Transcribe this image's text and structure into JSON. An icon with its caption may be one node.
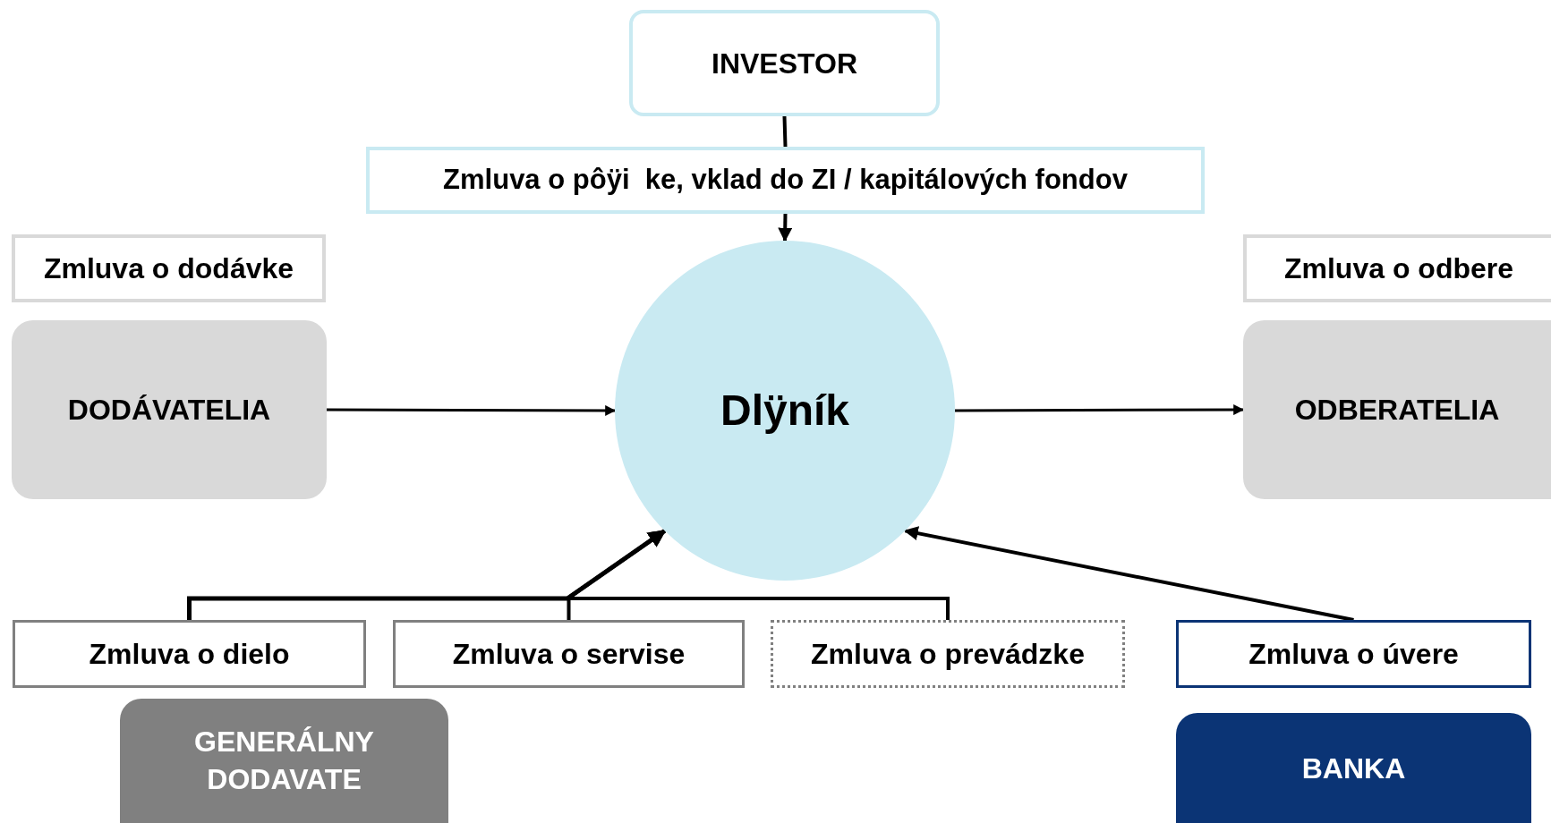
{
  "diagram": {
    "nodes": [
      {
        "text": [
          "INVESTOR"
        ]
      },
      {
        "text": [
          "Zmluva o pôÿi  ke, vklad do ZI / kapitálových fondov"
        ]
      },
      {
        "text": [
          "Zmluva o dodávke"
        ]
      },
      {
        "text": [
          "Dlÿník"
        ]
      },
      {
        "text": [
          "DODÁVATELIA"
        ]
      },
      {
        "text": [
          "Zmluva o odbere"
        ]
      },
      {
        "text": [
          "ODBERATELIA"
        ]
      },
      {
        "text": [
          "Zmluva o dielo"
        ]
      },
      {
        "text": [
          "Zmluva o servise"
        ]
      },
      {
        "text": [
          "Zmluva o prevádzke"
        ]
      },
      {
        "text": [
          "Zmluva o úvere"
        ]
      },
      {
        "text": [
          "GENERÁLNY DODAVATE"
        ]
      },
      {
        "text": [
          "BANKA"
        ]
      }
    ],
    "edges": [
      {
        "from": 0,
        "to": 1,
        "arrow": "none"
      },
      {
        "from": 1,
        "to": 3,
        "arrow": "to"
      },
      {
        "from": 4,
        "to": 3,
        "arrow": "to"
      },
      {
        "from": 3,
        "to": 6,
        "arrow": "to"
      },
      {
        "from": 7,
        "to": 3,
        "arrow": "to"
      },
      {
        "from": 8,
        "to": 3,
        "arrow": "to"
      },
      {
        "from": 9,
        "to": 3,
        "arrow": "to"
      },
      {
        "from": 10,
        "to": 3,
        "arrow": "to"
      }
    ]
  }
}
